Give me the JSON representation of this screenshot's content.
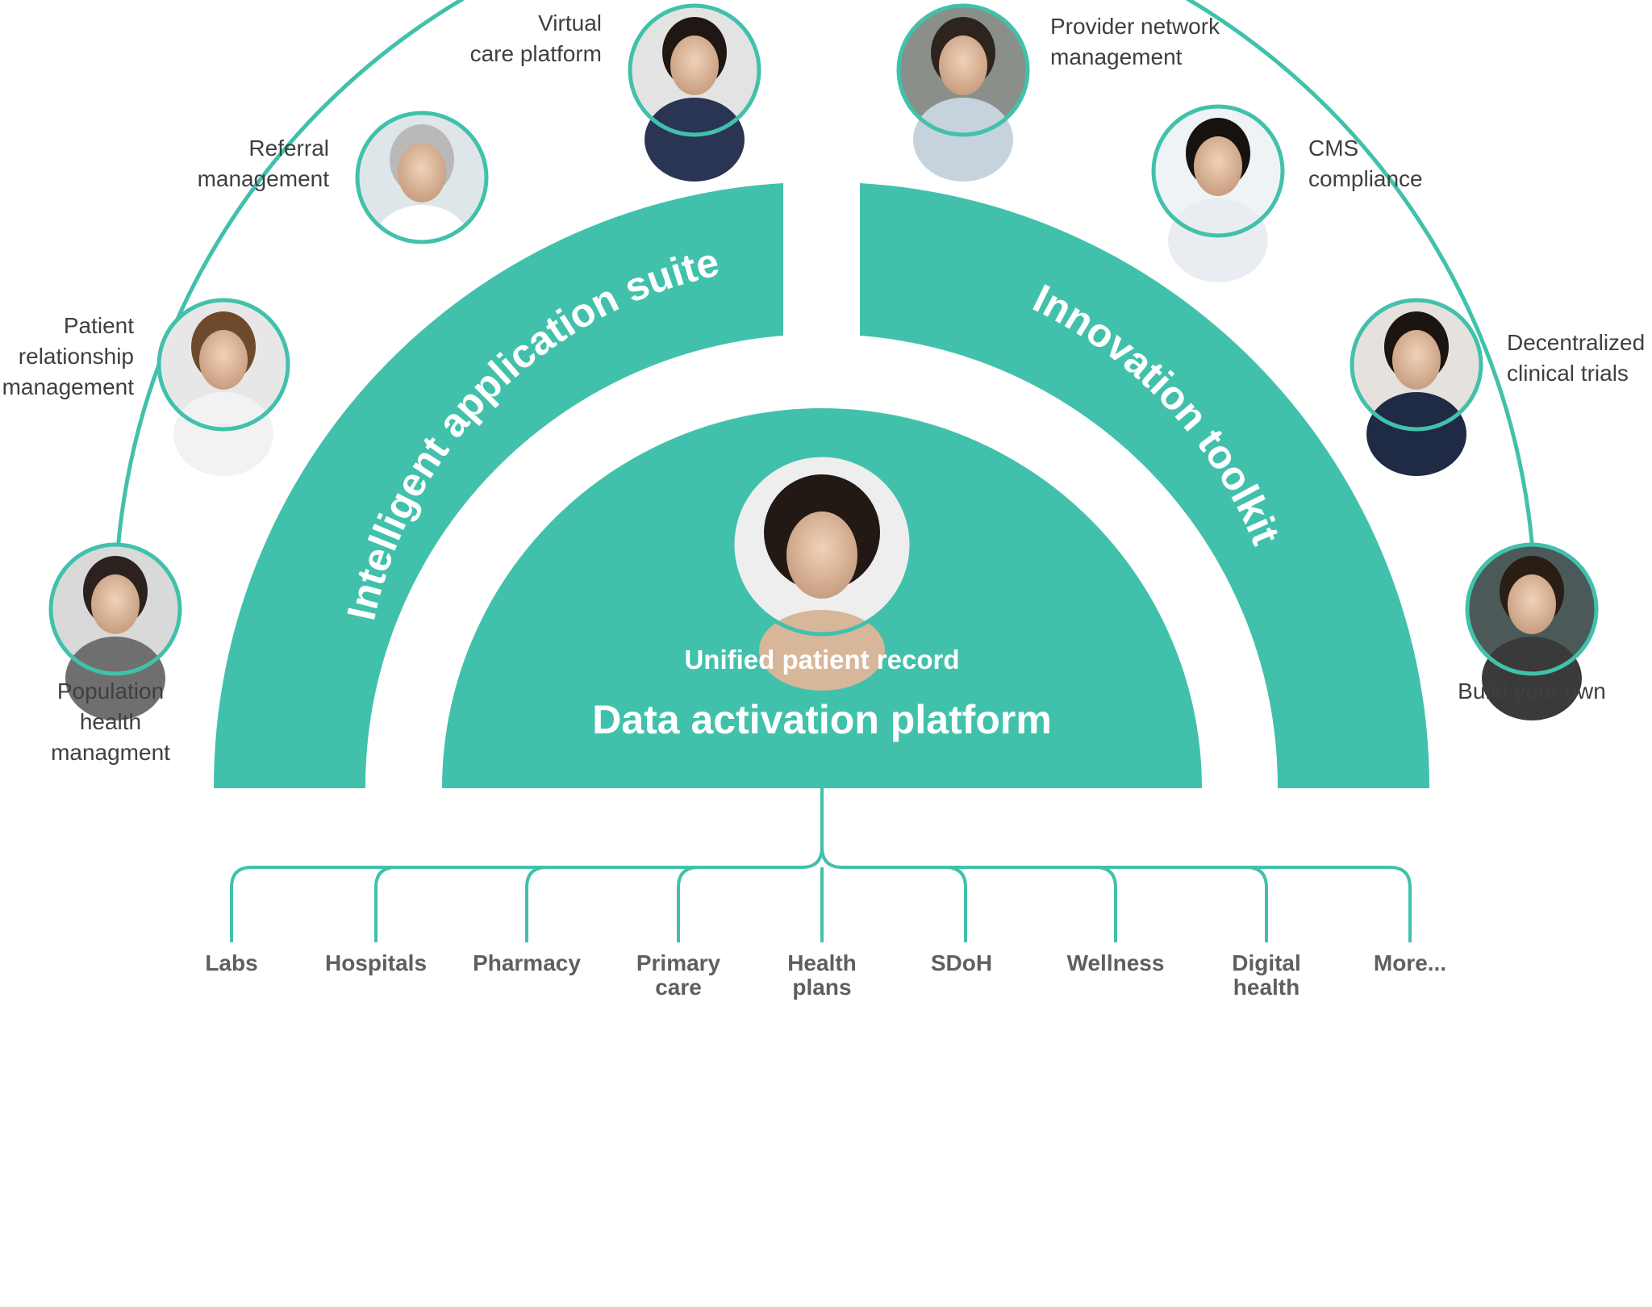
{
  "colors": {
    "teal": "#41c1ab",
    "text": "#3f3f3f",
    "source_text": "#5f5f5f",
    "white": "#ffffff"
  },
  "core": {
    "subtitle": "Unified patient record",
    "title": "Data activation platform"
  },
  "bands": {
    "left": "Intelligent application suite",
    "right": "Innovation toolkit"
  },
  "solutions": [
    {
      "lines": [
        "Population",
        "health",
        "managment"
      ]
    },
    {
      "lines": [
        "Patient",
        "relationship",
        "management"
      ]
    },
    {
      "lines": [
        "Referral",
        "management"
      ]
    },
    {
      "lines": [
        "Virtual",
        "care platform"
      ]
    },
    {
      "lines": [
        "Provider network",
        "management"
      ]
    },
    {
      "lines": [
        "CMS",
        "compliance"
      ]
    },
    {
      "lines": [
        "Decentralized",
        "clinical trials"
      ]
    },
    {
      "lines": [
        "Build your own"
      ]
    }
  ],
  "sources": [
    {
      "lines": [
        "Labs"
      ]
    },
    {
      "lines": [
        "Hospitals"
      ]
    },
    {
      "lines": [
        "Pharmacy"
      ]
    },
    {
      "lines": [
        "Primary",
        "care"
      ]
    },
    {
      "lines": [
        "Health",
        "plans"
      ]
    },
    {
      "lines": [
        "SDoH"
      ]
    },
    {
      "lines": [
        "Wellness"
      ]
    },
    {
      "lines": [
        "Digital",
        "health"
      ]
    },
    {
      "lines": [
        "More..."
      ]
    }
  ]
}
